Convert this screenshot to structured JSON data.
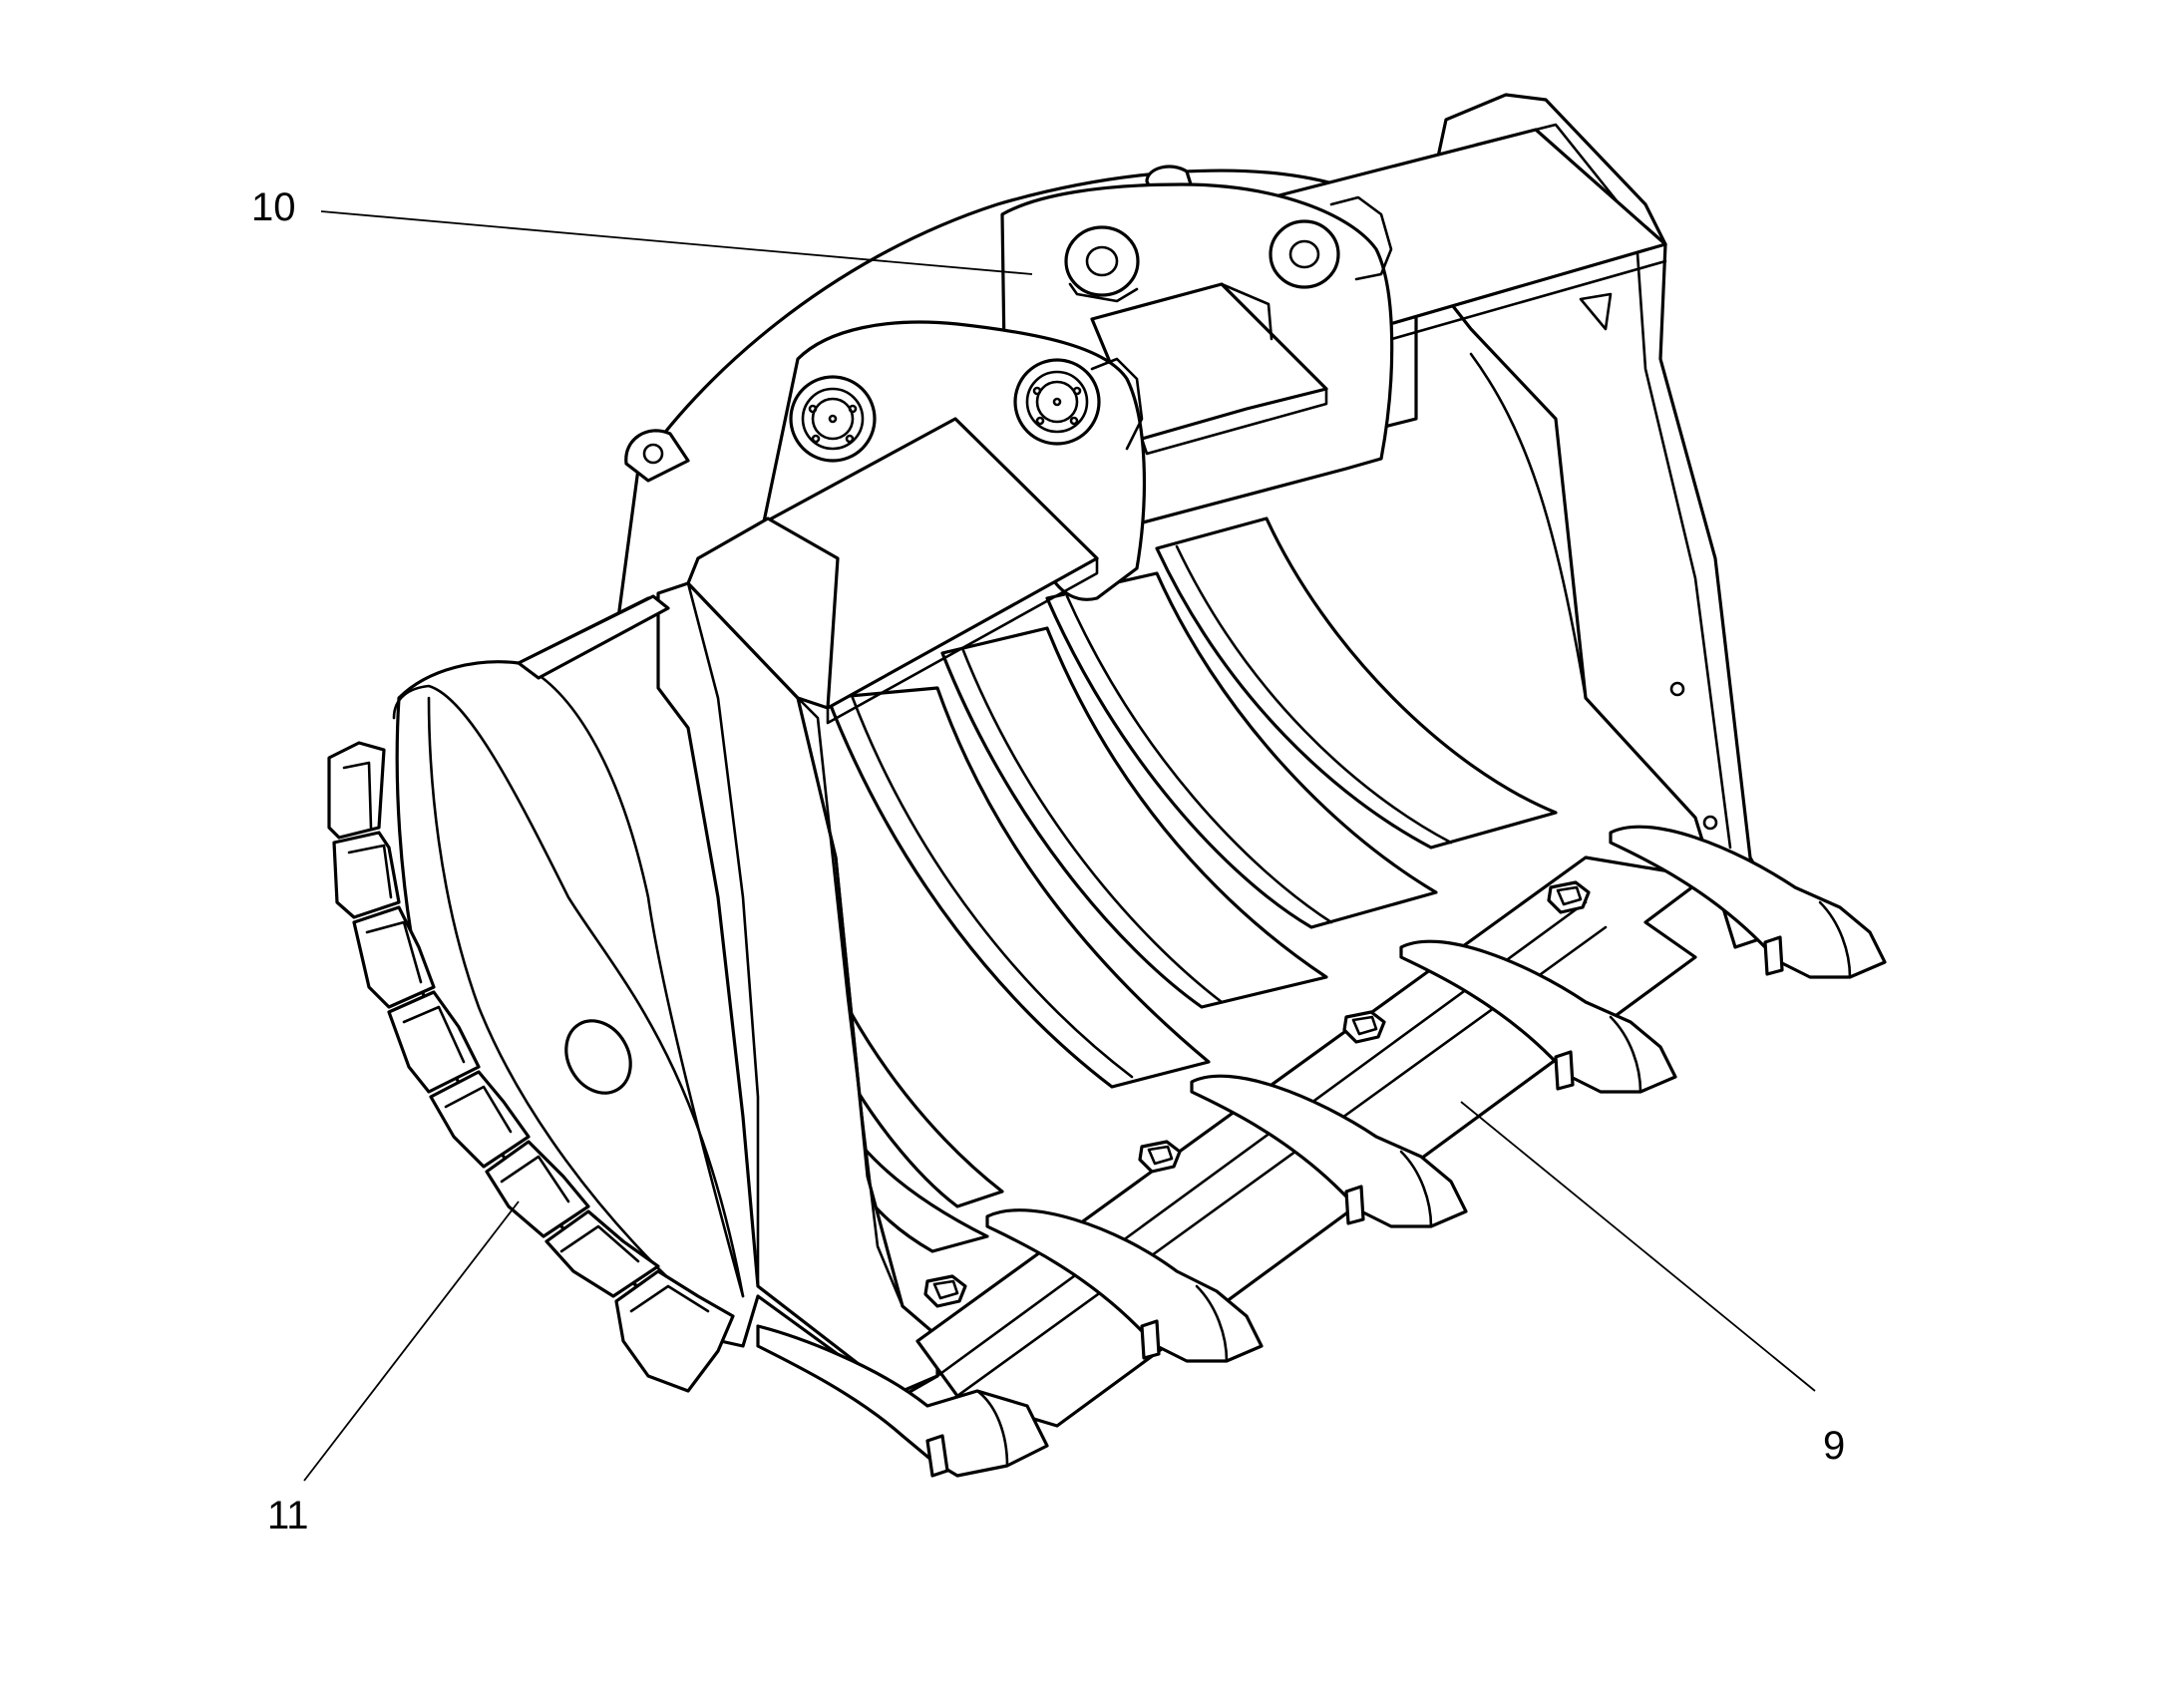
{
  "callouts": [
    {
      "id": "10",
      "label": "10"
    },
    {
      "id": "9",
      "label": "9"
    },
    {
      "id": "11",
      "label": "11"
    }
  ],
  "colors": {
    "line": "#000000",
    "background": "#ffffff"
  }
}
